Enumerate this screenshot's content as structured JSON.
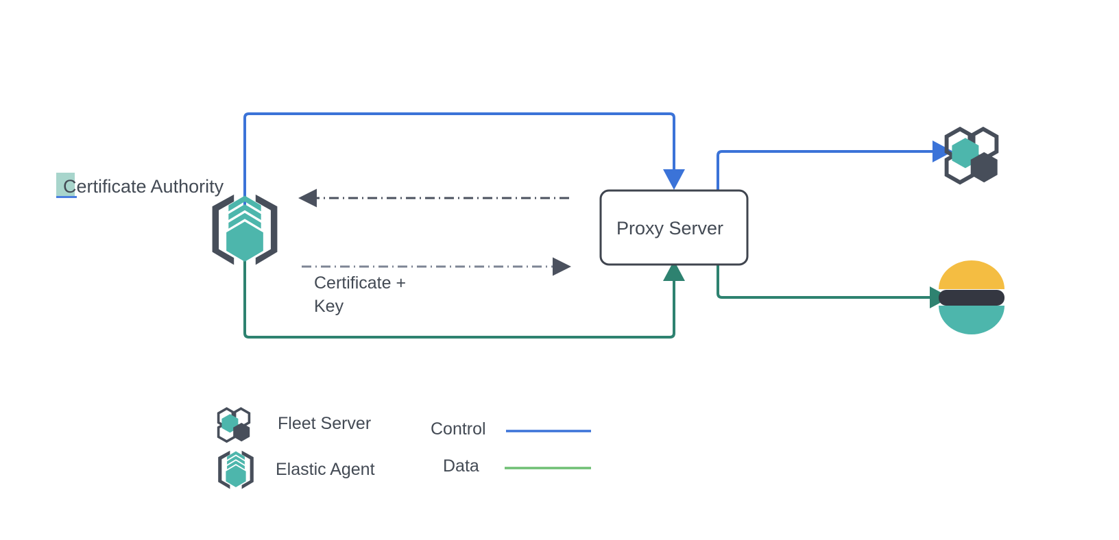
{
  "diagram": {
    "title_text_present": false,
    "nodes": [
      {
        "id": "certificate-authority",
        "label": "Certificate Authority",
        "icon": "elastic-agent-icon",
        "highlighted_char": "C"
      },
      {
        "id": "proxy-server",
        "label": "Proxy Server",
        "shape": "rounded-rectangle"
      },
      {
        "id": "fleet-server",
        "label": "",
        "icon": "fleet-server-icon"
      },
      {
        "id": "elasticsearch",
        "label": "",
        "icon": "elasticsearch-logo"
      }
    ],
    "edges": [
      {
        "id": "control-ca-to-proxy",
        "type": "control",
        "style": "solid",
        "color": "#3b73d8",
        "label": ""
      },
      {
        "id": "control-proxy-to-fleet",
        "type": "control",
        "style": "solid",
        "color": "#3b73d8",
        "label": ""
      },
      {
        "id": "data-ca-to-proxy",
        "type": "data",
        "style": "solid",
        "color": "#2e8270",
        "label": ""
      },
      {
        "id": "data-proxy-to-elasticsearch",
        "type": "data",
        "style": "solid",
        "color": "#2e8270",
        "label": ""
      },
      {
        "id": "request-proxy-to-ca",
        "type": "dashed",
        "style": "dash-dot",
        "color": "#5a6172",
        "direction": "left",
        "label": ""
      },
      {
        "id": "certificate-key-ca-to-proxy",
        "type": "dashed",
        "style": "dash-dot",
        "color": "#7d8594",
        "direction": "right",
        "label": "Certificate +\nKey",
        "label_line1": "Certificate +",
        "label_line2": "Key"
      }
    ]
  },
  "labels": {
    "certificate_authority": "Certificate Authority",
    "proxy_server": "Proxy Server",
    "certificate_key_line1": "Certificate +",
    "certificate_key_line2": "Key"
  },
  "legend": {
    "icons": [
      {
        "name": "fleet-server-icon",
        "label": "Fleet Server"
      },
      {
        "name": "elastic-agent-icon",
        "label": "Elastic Agent"
      }
    ],
    "lines": [
      {
        "name": "control-line",
        "label": "Control",
        "color": "#3b73d8"
      },
      {
        "name": "data-line",
        "label": "Data",
        "color": "#6fbf73"
      }
    ]
  },
  "colors": {
    "teal": "#4db6ac",
    "dark_slate": "#434a54",
    "control_blue": "#3b73d8",
    "data_green_line": "#2e8270",
    "legend_data_green": "#6fbf73",
    "elastic_yellow": "#f4bd42",
    "elastic_dark": "#343741",
    "elastic_teal": "#4db6ac",
    "highlight": "#a8d5cc",
    "box_border": "#3f444e"
  }
}
